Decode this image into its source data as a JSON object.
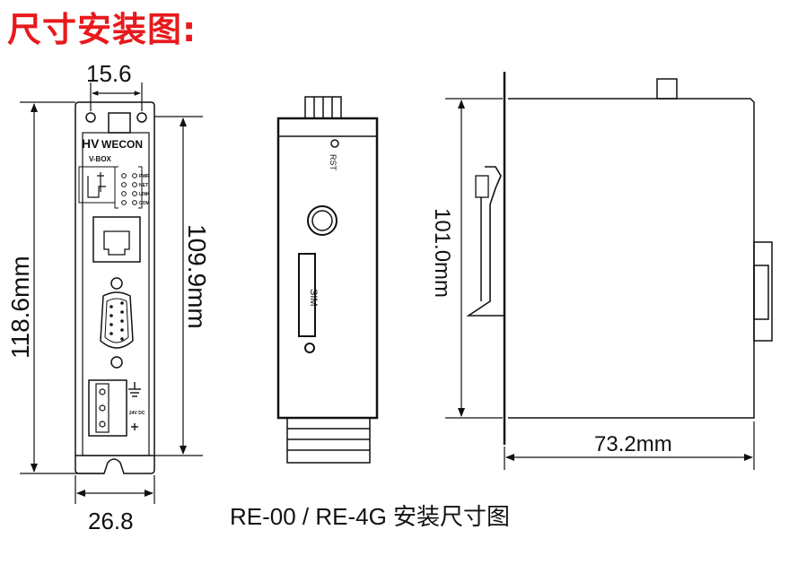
{
  "title": "尺寸安装图:",
  "caption": "RE-00 / RE-4G  安装尺寸图",
  "front": {
    "width_top": "15.6",
    "height_total": "118.6mm",
    "height_body": "109.9mm",
    "width_bottom": "26.8",
    "brand": "WECON",
    "brand_prefix": "HV",
    "model": "V-BOX",
    "leds": [
      "PWR",
      "NET",
      "LINK",
      "COM"
    ],
    "power_label": "24V DC"
  },
  "side": {
    "rst_label": "RST",
    "sim_label": "SIM"
  },
  "profile": {
    "height": "101.0mm",
    "depth": "73.2mm"
  },
  "colors": {
    "title": "#e8191c",
    "line": "#111111"
  }
}
